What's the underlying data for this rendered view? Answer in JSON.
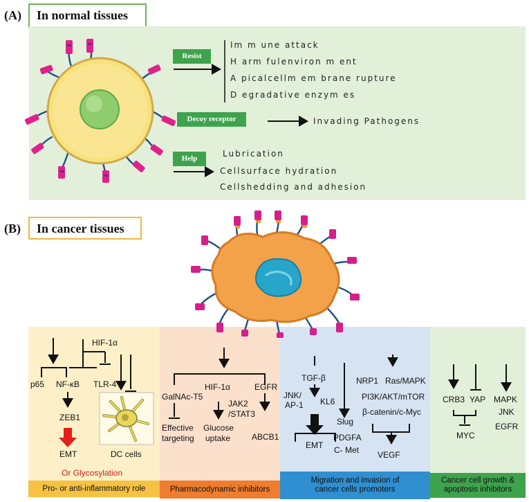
{
  "section_a": {
    "label": "(A)",
    "title": "In normal tissues",
    "resist_tag": "Resist",
    "resist_items": [
      "Im m une attack",
      "H arm fulenviron m ent",
      "A picalcellm em brane rupture",
      "D egradative enzym es"
    ],
    "decoy_tag": "Decoy receptor",
    "decoy_target": "Invading Pathogens",
    "help_tag": "Help",
    "help_items": [
      "Lubrication",
      "Cellsurface hydration",
      "Cellshedding and adhesion"
    ]
  },
  "section_b": {
    "label": "(B)",
    "title": "In cancer tissues",
    "panel1": {
      "hif": "HIF-1α",
      "p65": "p65",
      "nfkb": "NF-κB",
      "tlr4": "TLR-4",
      "zeb1": "ZEB1",
      "emt": "EMT",
      "dc": "DC cells",
      "note": "Or Glycosylation",
      "footer": "Pro- or anti-inflammatory role"
    },
    "panel2": {
      "hif": "HIF-1α",
      "egfr": "EGFR",
      "galnac": "GalNAc-T5",
      "jak2": "JAK2",
      "stat3": "/STAT3",
      "effective": "Effective",
      "targeting": "targeting",
      "glucose": "Glucose",
      "uptake": "uptake",
      "abcb1": "ABCB1",
      "footer": "Pharmacodynamic inhibitors"
    },
    "panel3": {
      "tgfb": "TGF-β",
      "jnk": "JNK/",
      "ap1": "AP-1",
      "kl6": "KL6",
      "slug": "Slug",
      "emt": "EMT",
      "pdgfa": "PDGFA",
      "cmet": "C- Met",
      "nrp1": "NRP1",
      "rasmapk": "Ras/MAPK",
      "pi3k": "PI3K/AKT/mTOR",
      "bcat": "β-catenin/c-Myc",
      "vegf": "VEGF",
      "footer_line1": "Migration and invasion of",
      "footer_line2": "cancer cells promoters"
    },
    "panel4": {
      "crb3": "CRB3",
      "yap": "YAP",
      "myc": "MYC",
      "mapk": "MAPK",
      "jnk": "JNK",
      "egfr": "EGFR",
      "footer_line1": "Cancer cell growth &",
      "footer_line2": "apoptosis inhibitors"
    }
  },
  "colors": {
    "green_bg": "#e2f0da",
    "tag_green": "#3fa34d",
    "panel1_bg": "#fdf0c8",
    "panel2_bg": "#fbe0cc",
    "panel3_bg": "#d5e3f3",
    "panel4_bg": "#e2f0da",
    "band1": "#f5c243",
    "band2": "#ef7d2f",
    "band3": "#2f8fd0",
    "band4": "#3fa34d"
  }
}
